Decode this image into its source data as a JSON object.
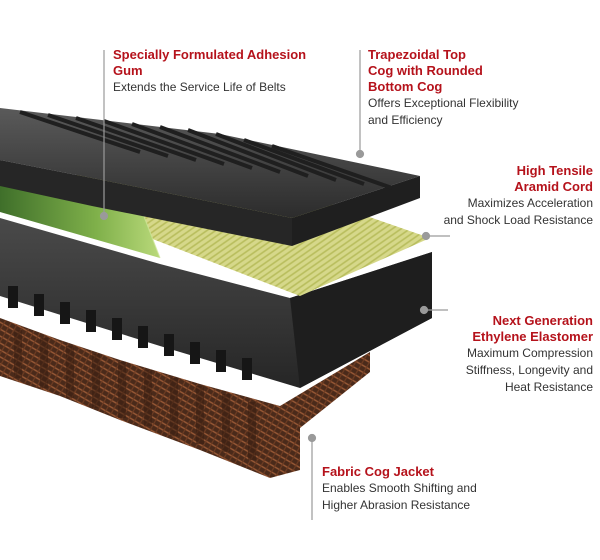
{
  "accent_color": "#b5121b",
  "callouts": {
    "adhesion": {
      "title": "Specially Formulated Adhesion\nGum",
      "description": "Extends the Service Life of Belts"
    },
    "top_cog": {
      "title": "Trapezoidal Top\nCog with Rounded\nBottom Cog",
      "description": "Offers Exceptional Flexibility\nand Efficiency"
    },
    "aramid": {
      "title": "High Tensile\nAramid Cord",
      "description": "Maximizes Acceleration\nand Shock Load Resistance"
    },
    "elastomer": {
      "title": "Next Generation\nEthylene Elastomer",
      "description": "Maximum Compression\nStiffness, Longevity and\nHeat Resistance"
    },
    "jacket": {
      "title": "Fabric Cog Jacket",
      "description": "Enables Smooth Shifting and\nHigher Abrasion Resistance"
    }
  }
}
